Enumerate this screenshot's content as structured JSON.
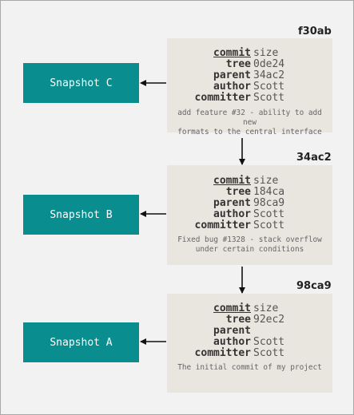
{
  "commits": [
    {
      "hash": "f30ab",
      "fields": [
        {
          "key": "commit",
          "value": "size"
        },
        {
          "key": "tree",
          "value": "0de24"
        },
        {
          "key": "parent",
          "value": "34ac2"
        },
        {
          "key": "author",
          "value": "Scott"
        },
        {
          "key": "committer",
          "value": "Scott"
        }
      ],
      "message_lines": [
        "add feature #32 - ability to add new",
        "formats to the central interface"
      ],
      "snapshot": "Snapshot C"
    },
    {
      "hash": "34ac2",
      "fields": [
        {
          "key": "commit",
          "value": "size"
        },
        {
          "key": "tree",
          "value": "184ca"
        },
        {
          "key": "parent",
          "value": "98ca9"
        },
        {
          "key": "author",
          "value": "Scott"
        },
        {
          "key": "committer",
          "value": "Scott"
        }
      ],
      "message_lines": [
        "Fixed bug #1328 - stack overflow",
        "under certain conditions"
      ],
      "snapshot": "Snapshot B"
    },
    {
      "hash": "98ca9",
      "fields": [
        {
          "key": "commit",
          "value": "size"
        },
        {
          "key": "tree",
          "value": "92ec2"
        },
        {
          "key": "parent",
          "value": ""
        },
        {
          "key": "author",
          "value": "Scott"
        },
        {
          "key": "committer",
          "value": "Scott"
        }
      ],
      "message_lines": [
        "The initial commit of my project"
      ],
      "snapshot": "Snapshot A"
    }
  ],
  "colors": {
    "snapshot_fill": "#0a8d8f",
    "commit_fill": "#e8e6df",
    "background": "#f2f2f2"
  }
}
